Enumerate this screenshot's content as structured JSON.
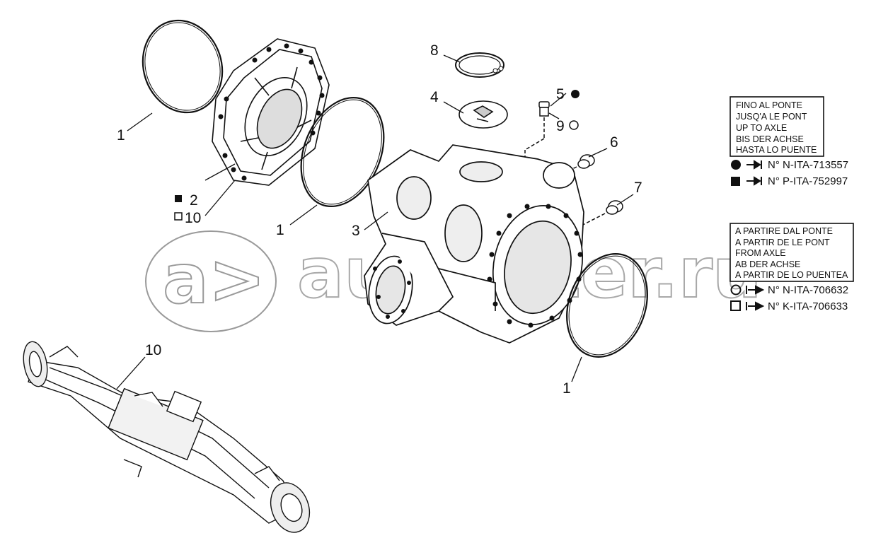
{
  "diagram": {
    "callouts": [
      {
        "id": "c1a",
        "text": "1"
      },
      {
        "id": "c1b",
        "text": "1"
      },
      {
        "id": "c1c",
        "text": "1"
      },
      {
        "id": "c2",
        "text": "2"
      },
      {
        "id": "c10a",
        "text": "10"
      },
      {
        "id": "c3",
        "text": "3"
      },
      {
        "id": "c4",
        "text": "4"
      },
      {
        "id": "c5",
        "text": "5"
      },
      {
        "id": "c6",
        "text": "6"
      },
      {
        "id": "c7",
        "text": "7"
      },
      {
        "id": "c8",
        "text": "8"
      },
      {
        "id": "c9",
        "text": "9"
      },
      {
        "id": "c10b",
        "text": "10"
      }
    ],
    "box_upto": {
      "lines": [
        "FINO AL PONTE",
        "JUSQ'A LE PONT",
        "UP TO AXLE",
        "BIS DER ACHSE",
        "HASTA LO PUENTE"
      ]
    },
    "box_from": {
      "lines": [
        "A PARTIRE DAL PONTE",
        "A PARTIR DE LE PONT",
        "FROM AXLE",
        "AB DER ACHSE",
        "A PARTIR DE LO PUENTEA"
      ]
    },
    "refs": [
      {
        "symbol": "filled-circle",
        "text": "N° N-ITA-713557"
      },
      {
        "symbol": "filled-square",
        "text": "N° P-ITA-752997"
      },
      {
        "symbol": "open-circle",
        "text": "N° N-ITA-706632"
      },
      {
        "symbol": "open-square",
        "text": "N° K-ITA-706633"
      }
    ],
    "watermark": {
      "logo": "a>",
      "text": "autopiter.ru"
    }
  }
}
